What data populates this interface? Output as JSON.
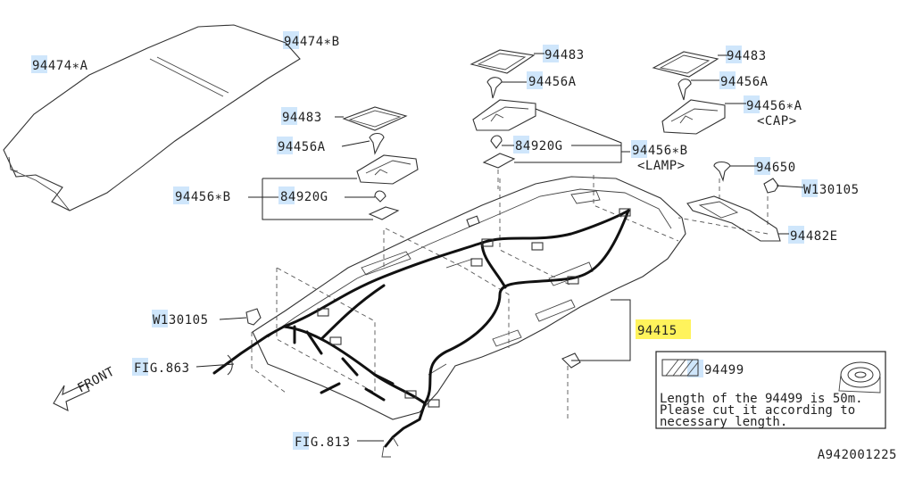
{
  "labels": {
    "hl_94474_a": "94474∗A",
    "hl_94474_b": "94474∗B",
    "lamp_94483": "94483",
    "lamp_94456a": "94456A",
    "lamp_94456_b": "94456∗B",
    "lamp_84920g": "84920G",
    "center_94483": "94483",
    "center_94456a": "94456A",
    "center_84920g": "84920G",
    "center_94456_b": "94456∗B",
    "center_lamp_tag": "<LAMP>",
    "right_94483": "94483",
    "right_94456a": "94456A",
    "right_94456_a": "94456∗A",
    "right_cap_tag": "<CAP>",
    "right_94650": "94650",
    "right_w130105": "W130105",
    "right_94482e": "94482E",
    "left_w130105": "W130105",
    "fig_863": "FIG.863",
    "fig_813": "FIG.813",
    "main_94415": "94415",
    "legend_94499": "94499",
    "front": "FRONT"
  },
  "note": {
    "line1": "Length of the 94499 is 50m.",
    "line2": "Please cut it according to",
    "line3": "necessary length."
  },
  "code": "A942001225",
  "colors": {
    "highlight": "#cfe6fb",
    "highlight_main": "#fff35c"
  }
}
